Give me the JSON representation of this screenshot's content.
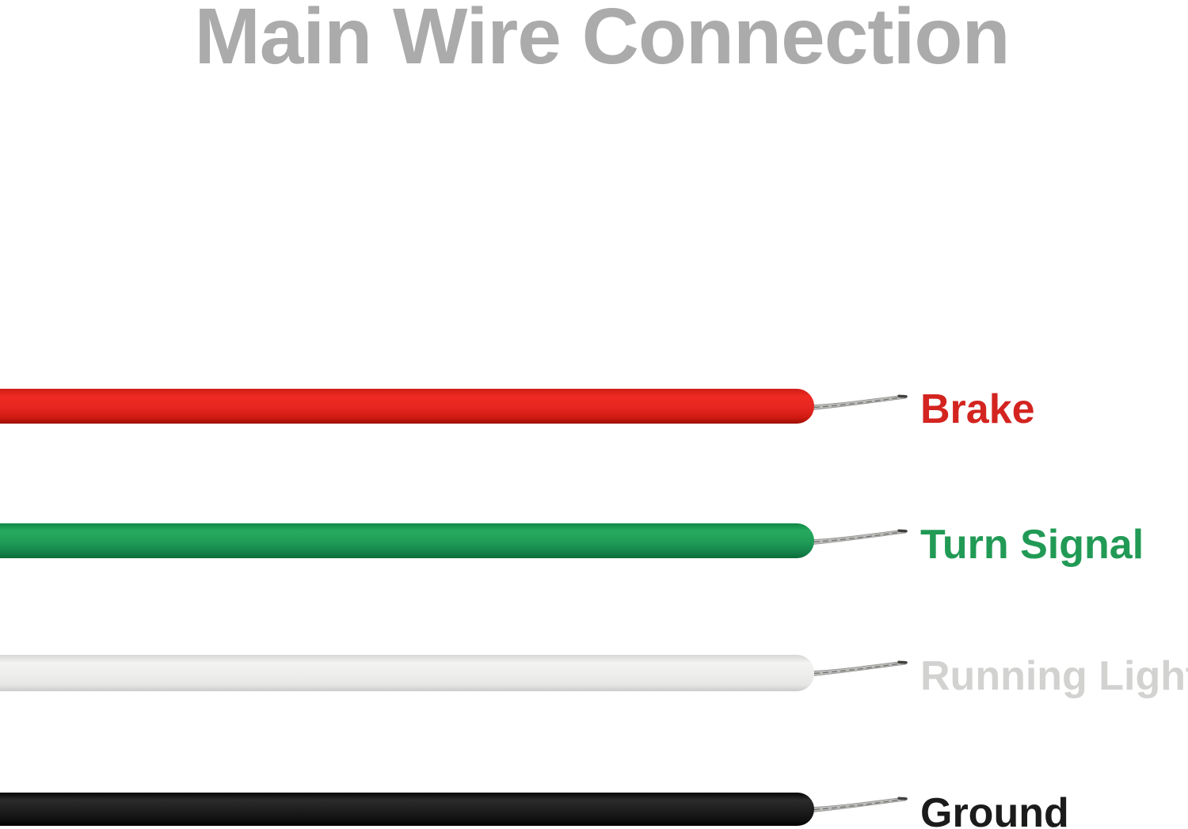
{
  "page": {
    "background": "#ffffff"
  },
  "title": {
    "text": "Main Wire Connection",
    "color": "#ababab"
  },
  "wires": [
    {
      "id": "brake",
      "label": "Brake",
      "label_color": "#d32420",
      "wire_color": "#e62621",
      "insulation_gradient": [
        "#cf1d17",
        "#ee2a23",
        "#e62621",
        "#d01a12",
        "#9c0f06"
      ]
    },
    {
      "id": "turn-signal",
      "label": "Turn Signal",
      "label_color": "#219a55",
      "wire_color": "#1f9c56",
      "insulation_gradient": [
        "#0f8746",
        "#28aa60",
        "#1f9c56",
        "#15834a",
        "#0b6c39"
      ]
    },
    {
      "id": "running-light",
      "label": "Running Light",
      "label_color": "#d2d2d0",
      "wire_color": "#eeeeec",
      "insulation_gradient": [
        "#d7d7d5",
        "#f3f3f1",
        "#eeeeec",
        "#e6e6e4",
        "#cbcbc9"
      ]
    },
    {
      "id": "ground",
      "label": "Ground",
      "label_color": "#1b1b1b",
      "wire_color": "#1d1d1d",
      "insulation_gradient": [
        "#050505",
        "#2b2b2b",
        "#1d1d1d",
        "#101010",
        "#000000"
      ]
    }
  ],
  "strand_style": {
    "fill": "#bcbcba",
    "edge": "#8f8f8d",
    "streak": "#6e6e6c",
    "tip": "#3f3f3d"
  }
}
